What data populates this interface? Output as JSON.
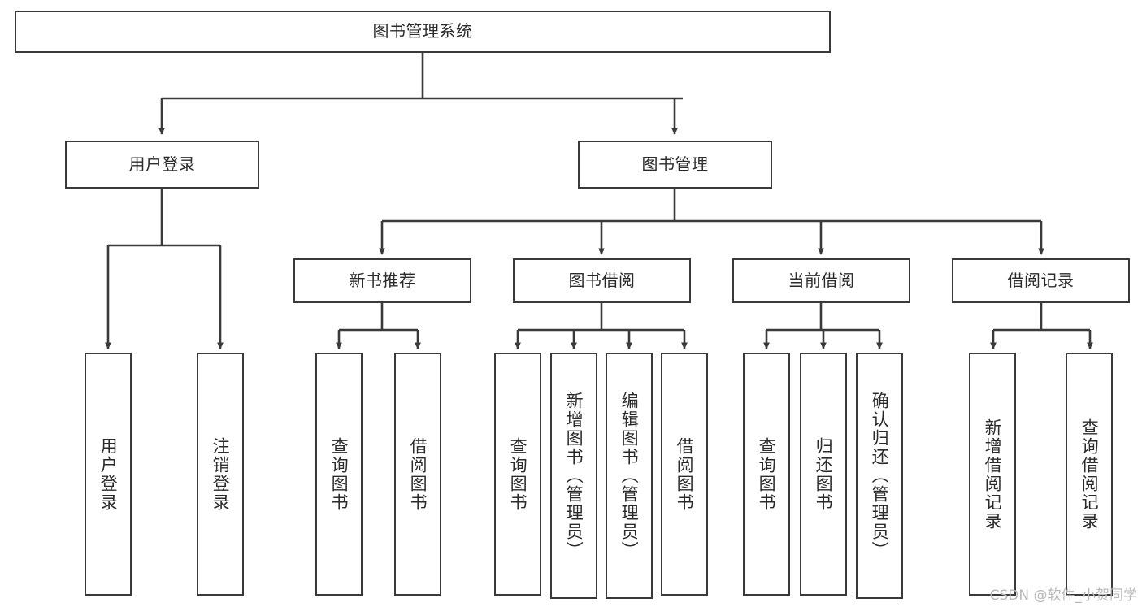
{
  "diagram": {
    "type": "tree",
    "title": "图书管理系统",
    "watermark": "CSDN @软件_小贺同学",
    "colors": {
      "border": "#3a3a3a",
      "text": "#2b2b2b",
      "background": "#ffffff",
      "edge": "#3a3a3a",
      "watermark": "#b9b9b9"
    },
    "nodes": {
      "root": {
        "label": "图书管理系统"
      },
      "level2": [
        {
          "label": "用户登录"
        },
        {
          "label": "图书管理"
        }
      ],
      "level3": [
        {
          "label": "新书推荐"
        },
        {
          "label": "图书借阅"
        },
        {
          "label": "当前借阅"
        },
        {
          "label": "借阅记录"
        }
      ],
      "leaves": {
        "user_login": [
          {
            "label": "用户登录"
          },
          {
            "label": "注销登录"
          }
        ],
        "new_book_recommend": [
          {
            "label": "查询图书"
          },
          {
            "label": "借阅图书"
          }
        ],
        "book_borrow": [
          {
            "label": "查询图书"
          },
          {
            "label": "新增图书（管理员）"
          },
          {
            "label": "编辑图书（管理员）"
          },
          {
            "label": "借阅图书"
          }
        ],
        "current_borrow": [
          {
            "label": "查询图书"
          },
          {
            "label": "归还图书"
          },
          {
            "label": "确认归还（管理员）"
          }
        ],
        "borrow_record": [
          {
            "label": "新增借阅记录"
          },
          {
            "label": "查询借阅记录"
          }
        ]
      }
    }
  }
}
